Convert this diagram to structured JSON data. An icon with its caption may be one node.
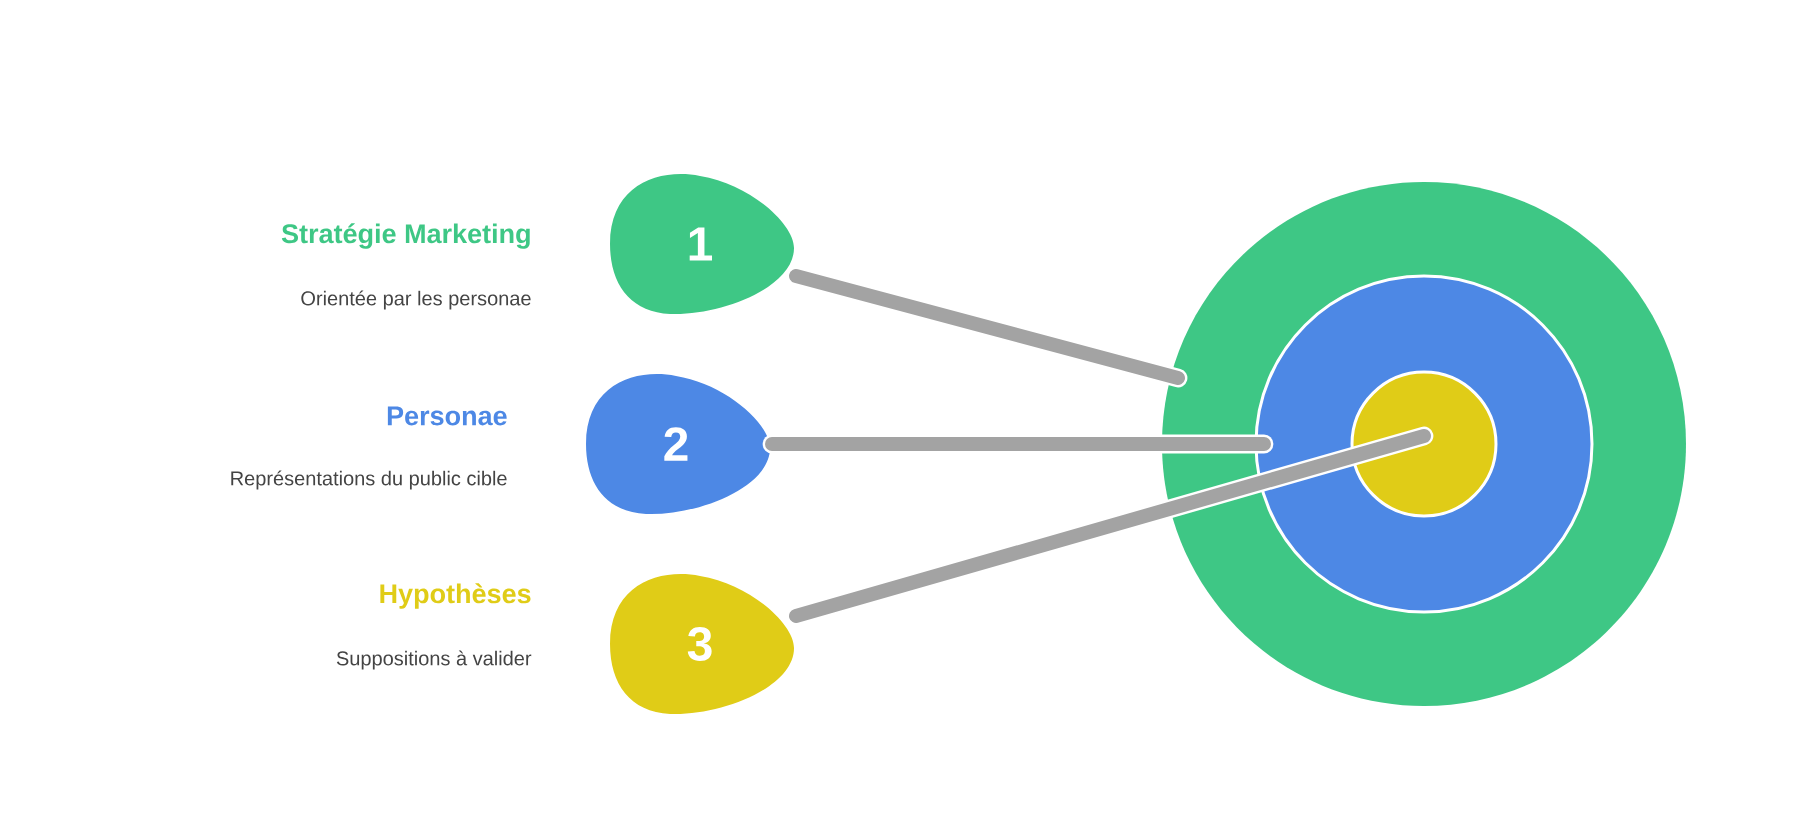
{
  "diagram": {
    "nodes": [
      {
        "text": [
          "1"
        ],
        "beside": [
          "Stratégie Marketing",
          "Orientée par les personae"
        ]
      },
      {
        "text": [
          "2"
        ],
        "beside": [
          "Personae",
          "Représentations du public cible"
        ]
      },
      {
        "text": [
          "3"
        ],
        "beside": [
          "Hypothèses",
          "Suppositions à valider"
        ]
      },
      {
        "text": [],
        "shape": "circle"
      },
      {
        "text": [],
        "shape": "circle",
        "in": 3
      },
      {
        "text": [],
        "shape": "circle",
        "in": 4
      }
    ],
    "edges": [
      {
        "from": 0,
        "to": 3,
        "arrow": "none"
      },
      {
        "from": 1,
        "to": 4,
        "arrow": "none"
      },
      {
        "from": 2,
        "to": 5,
        "arrow": "none"
      }
    ]
  }
}
